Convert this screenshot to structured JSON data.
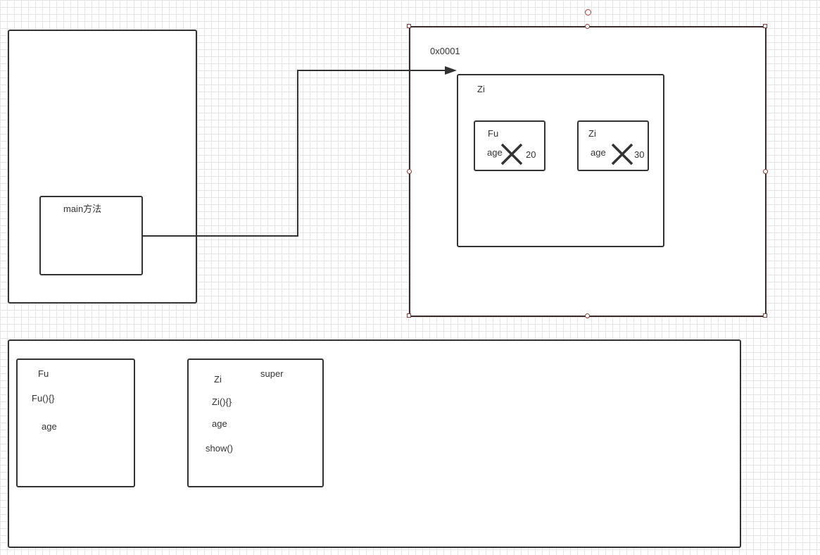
{
  "stack": {
    "main_method_label": "main方法"
  },
  "heap": {
    "address_label": "0x0001",
    "object": {
      "class_label": "Zi",
      "fu_part": {
        "label": "Fu",
        "field_label": "age",
        "value": "20"
      },
      "zi_part": {
        "label": "Zi",
        "field_label": "age",
        "value": "30"
      }
    }
  },
  "method_area": {
    "fu_class": {
      "name": "Fu",
      "constructor": "Fu(){}",
      "field": "age"
    },
    "zi_class": {
      "name": "Zi",
      "super_label": "super",
      "constructor": "Zi(){}",
      "field": "age",
      "method": "show()"
    }
  },
  "colors": {
    "stroke": "#333333",
    "selection_handle": "#8a3a3a",
    "grid": "#e4e4e4"
  }
}
